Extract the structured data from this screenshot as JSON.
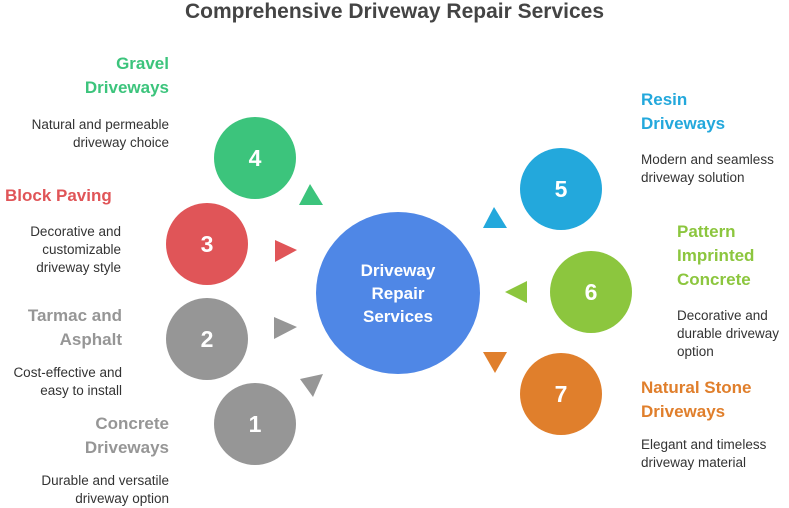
{
  "title": "Comprehensive Driveway Repair Services",
  "center": {
    "label": "Driveway Repair Services"
  },
  "colors": {
    "center": "#4f87e6",
    "gravel": "#3cc47c",
    "block": "#e05558",
    "tarmac": "#969696",
    "concrete": "#969696",
    "resin": "#23a8dc",
    "pattern": "#8cc63e",
    "stone": "#e07f2c"
  },
  "items": [
    {
      "number": "1",
      "label": "Concrete Driveways",
      "description": "Durable and versatile driveway option"
    },
    {
      "number": "2",
      "label": "Tarmac and Asphalt",
      "description": "Cost-effective and easy to install"
    },
    {
      "number": "3",
      "label": "Block Paving",
      "description": "Decorative and customizable driveway style"
    },
    {
      "number": "4",
      "label": "Gravel Driveways",
      "description": "Natural and permeable driveway choice"
    },
    {
      "number": "5",
      "label": "Resin Driveways",
      "description": "Modern and seamless driveway solution"
    },
    {
      "number": "6",
      "label": "Pattern Imprinted Concrete",
      "description": "Decorative and durable driveway option"
    },
    {
      "number": "7",
      "label": "Natural Stone Driveways",
      "description": "Elegant and timeless driveway material"
    }
  ]
}
